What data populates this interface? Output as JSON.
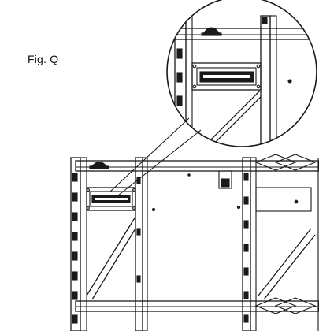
{
  "figure": {
    "label": "Fig. Q",
    "ink_color": "#1a1a1a",
    "paper_color": "#ffffff",
    "parts": [
      "rack-frame",
      "detail-callout-circle",
      "mounting-rail",
      "diagonal-brace",
      "side-upright",
      "logo-badge"
    ]
  }
}
